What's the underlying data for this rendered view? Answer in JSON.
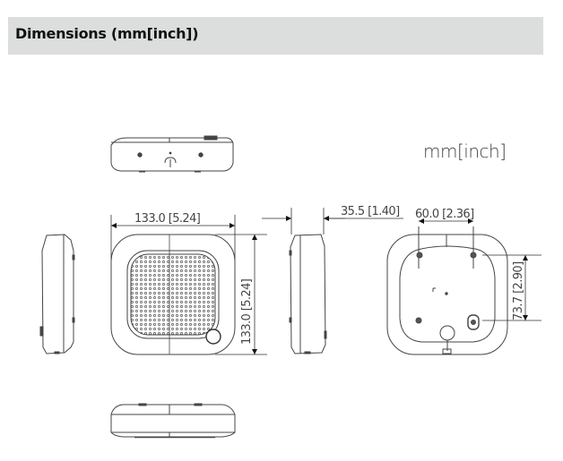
{
  "header": {
    "title": "Dimensions (mm[inch])",
    "background": "#dcdddd"
  },
  "drawing": {
    "units_label": "mm[inch]",
    "views": [
      "top-view",
      "left-side-view",
      "front-view",
      "right-side-view",
      "rear-view",
      "bottom-view"
    ],
    "dimensions": {
      "width": "133.0  [5.24]",
      "height": "133.0  [5.24]",
      "depth": "35.5  [1.40]",
      "mount_hole_spacing_horizontal": "60.0  [2.36]",
      "mount_hole_spacing_vertical": "73.7  [2.90]"
    },
    "line_color": "#333333"
  }
}
